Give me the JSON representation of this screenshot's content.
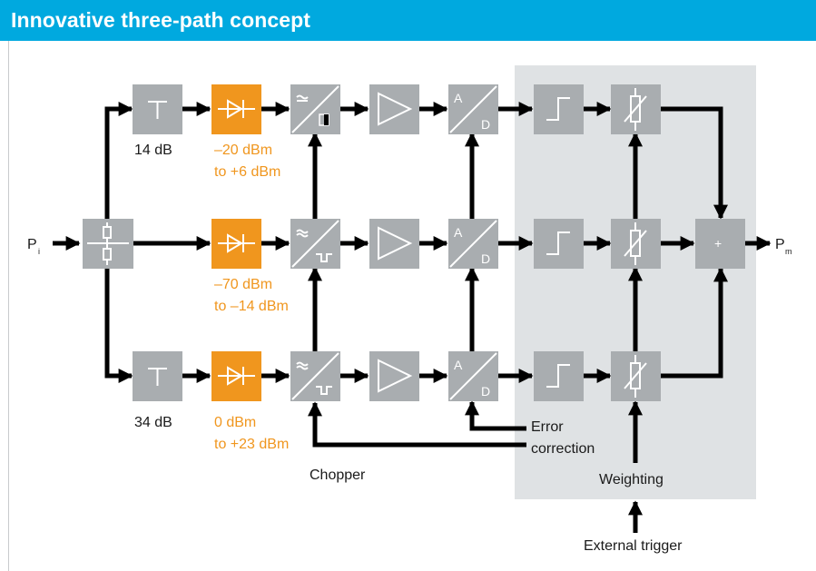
{
  "header": {
    "title": "Innovative three-path concept"
  },
  "labels": {
    "input": "P",
    "input_sub": "i",
    "output": "P",
    "output_sub": "m",
    "attn_top": "14 dB",
    "attn_bottom": "34 dB",
    "range_top_1": "–20 dBm",
    "range_top_2": "to +6 dBm",
    "range_mid_1": "–70 dBm",
    "range_mid_2": "to –14 dBm",
    "range_bot_1": "0 dBm",
    "range_bot_2": "to +23 dBm",
    "chopper": "Chopper",
    "error_1": "Error",
    "error_2": "correction",
    "weighting": "Weighting",
    "trigger": "External trigger",
    "adc_a": "A",
    "adc_d": "D",
    "sum": "+"
  },
  "colors": {
    "header": "#00a9df",
    "block": "#a9adb0",
    "detector": "#f0961e",
    "panel": "#dfe2e4",
    "wire": "#000000"
  }
}
